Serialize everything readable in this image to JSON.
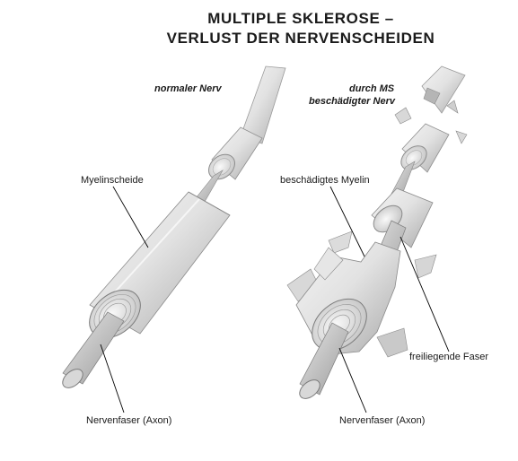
{
  "title": {
    "line1": "MULTIPLE SKLEROSE –",
    "line2": "VERLUST DER NERVENSCHEIDEN"
  },
  "labels": {
    "normal_nerve": "normaler Nerv",
    "damaged_nerve_line1": "durch MS",
    "damaged_nerve_line2": "beschädigter Nerv",
    "myelin_sheath": "Myelinscheide",
    "damaged_myelin": "beschädigtes Myelin",
    "exposed_fiber": "freiliegende Faser",
    "nerve_fiber_left": "Nervenfaser (Axon)",
    "nerve_fiber_right": "Nervenfaser (Axon)"
  },
  "colors": {
    "sheath": "#d9d9d9",
    "axon": "#bcbcbc",
    "outline": "#8a8a8a",
    "leader": "#000000"
  }
}
